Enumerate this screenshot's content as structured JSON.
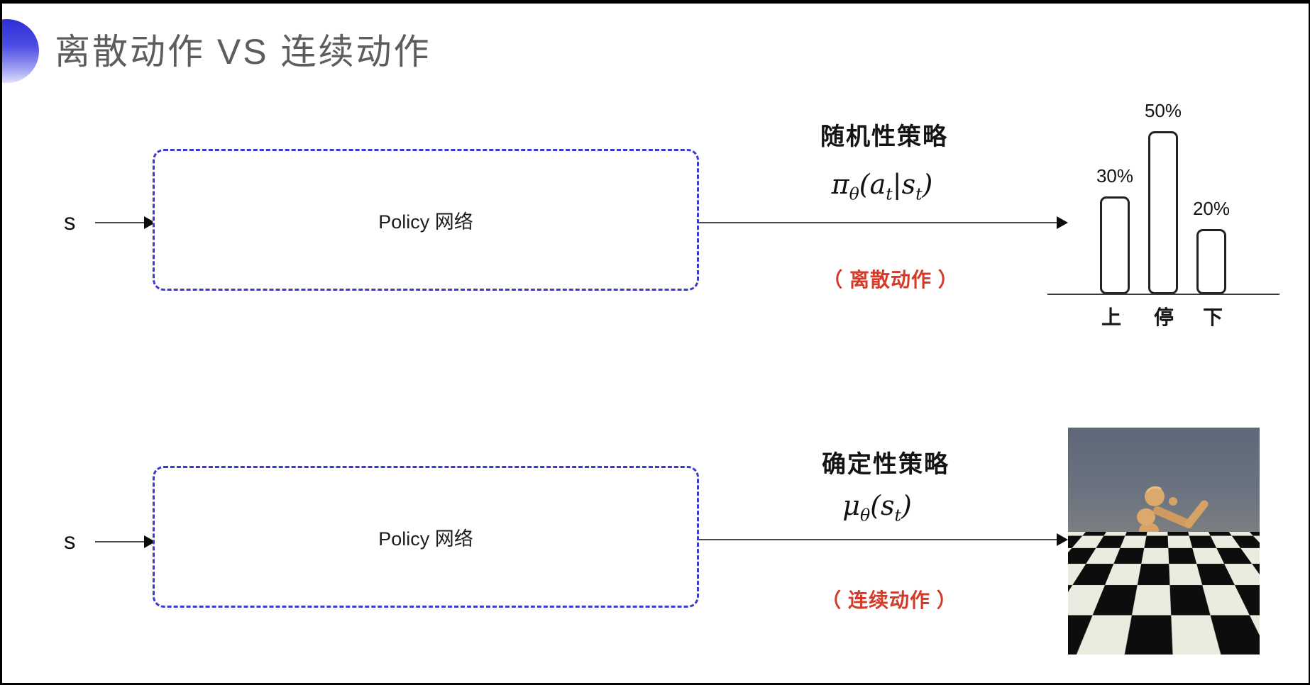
{
  "slide": {
    "title": "离散动作 VS 连续动作",
    "colors": {
      "accent_blue": "#3c3ccc",
      "note_red": "#d53a28",
      "title_gray": "#5d5d5d"
    }
  },
  "stochastic": {
    "input_label": "s",
    "box_label": "Policy 网络",
    "policy_title": "随机性策略",
    "formula": {
      "lead": "π",
      "lead_sub": "θ",
      "open": "(",
      "arg1": "a",
      "arg1_sub": "t",
      "sep": "|",
      "arg2": "s",
      "arg2_sub": "t",
      "close": ")"
    },
    "action_note": "（ 离散动作 ）"
  },
  "deterministic": {
    "input_label": "s",
    "box_label": "Policy 网络",
    "policy_title": "确定性策略",
    "formula": {
      "lead": "μ",
      "lead_sub": "θ",
      "open": "(",
      "arg": "s",
      "arg_sub": "t",
      "close": ")"
    },
    "action_note": "（ 连续动作 ）"
  },
  "chart_data": {
    "type": "bar",
    "title": "",
    "categories": [
      "上",
      "停",
      "下"
    ],
    "values": [
      30,
      50,
      20
    ],
    "value_labels": [
      "30%",
      "50%",
      "20%"
    ],
    "ylim": [
      0,
      60
    ],
    "grid": false,
    "legend": false,
    "bar_style": "white fill, black rounded outline"
  }
}
